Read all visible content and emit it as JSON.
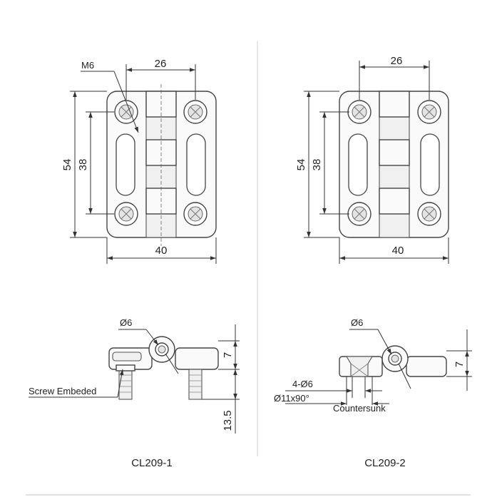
{
  "left_top_view": {
    "thread_label": "M6",
    "hole_spacing": "26",
    "height": "54",
    "slot_length": "38",
    "width": "40"
  },
  "right_top_view": {
    "hole_spacing": "26",
    "height": "54",
    "slot_length": "38",
    "width": "40"
  },
  "left_side_view": {
    "pin_diameter": "Ø6",
    "leaf_thickness": "7",
    "screw_length": "13.5",
    "screw_note": "Screw Embeded"
  },
  "right_side_view": {
    "pin_diameter": "Ø6",
    "leaf_thickness": "7",
    "hole_note": "4-Ø6",
    "countersink_spec": "Ø11x90°",
    "countersink_note": "Countersunk"
  },
  "captions": {
    "left": "CL209-1",
    "right": "CL209-2"
  }
}
